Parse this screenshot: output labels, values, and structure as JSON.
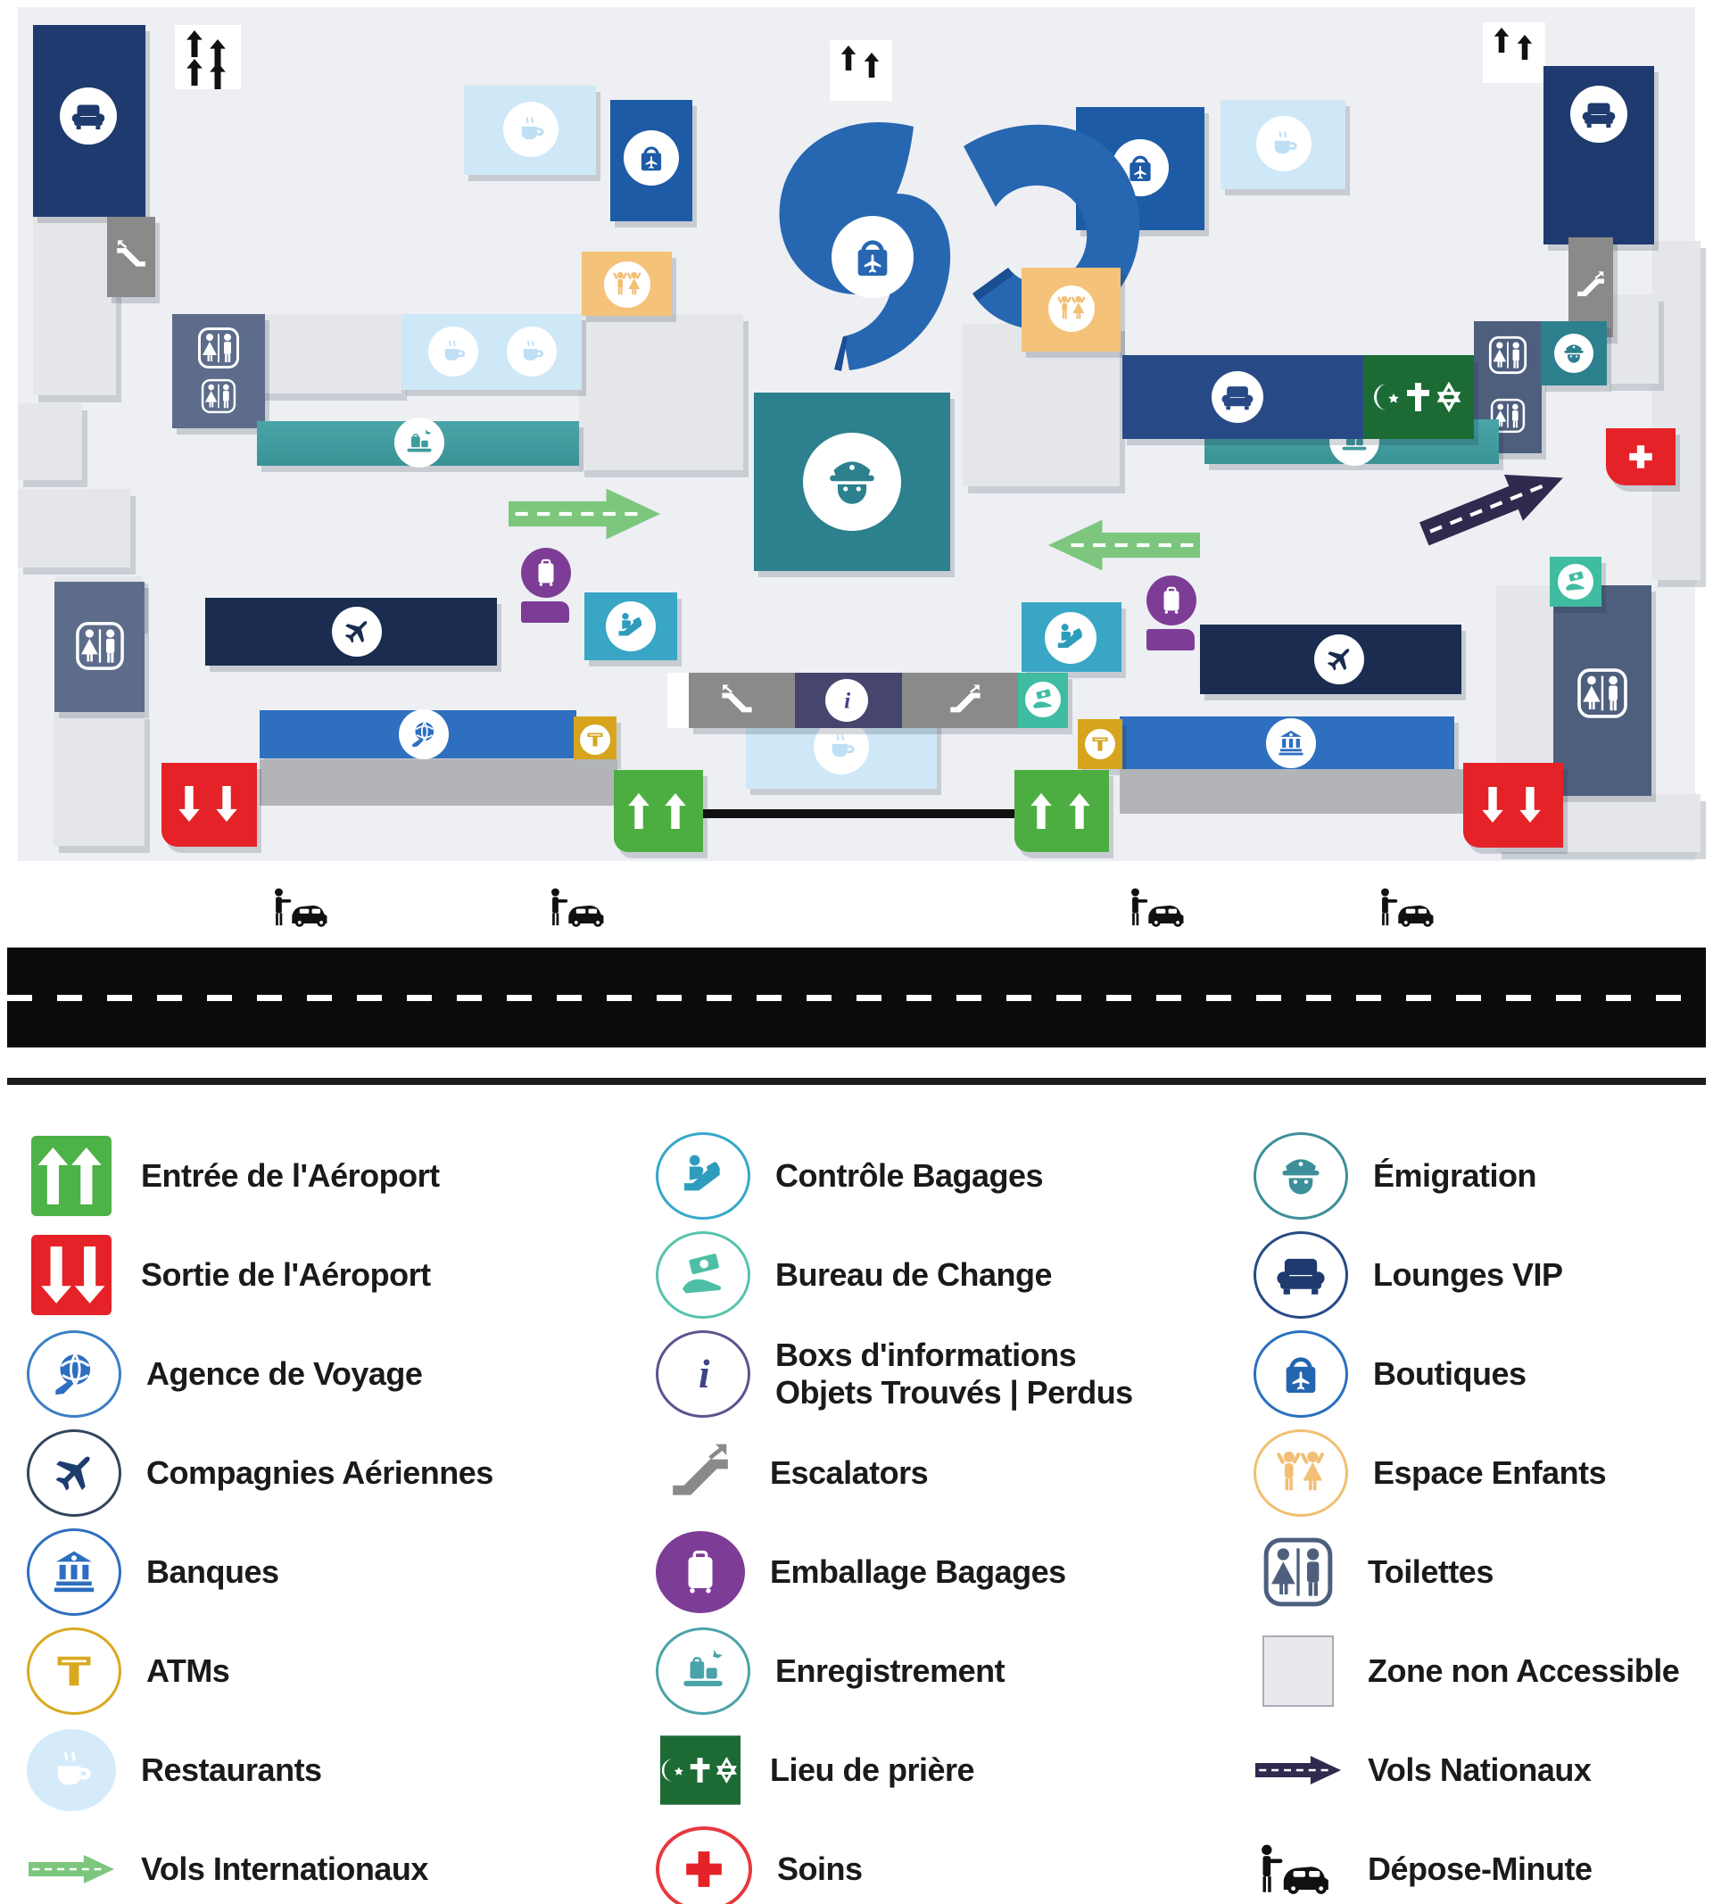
{
  "palette": {
    "map_background": "#edeff3",
    "navy_vip": "#1e3a6e",
    "navy_bar": "#274a86",
    "navy_airlines": "#1a2c50",
    "blue_boutique": "#1d5ba6",
    "blue_bank_bar": "#2e6fc0",
    "blue_logo": "#2767b1",
    "light_blue_restaurant": "#cfe8f7",
    "cyan_baggage_control": "#39a6c6",
    "teal_emigration": "#2d808e",
    "teal_checkin": "#3f9a9e",
    "mint_change": "#3fbca2",
    "green_entrance": "#4cae41",
    "green_intl_arrow": "#7cc67d",
    "dark_green_prayer": "#1c6b35",
    "red_exit": "#e52227",
    "orange_kids": "#f4c379",
    "purple_wrap": "#7d3d97",
    "slate_toilets": "#5c6c8a",
    "gray_escalator": "#8a8a8a",
    "gray_band": "#b2b4b8",
    "light_gray_zone": "#e4e6ea",
    "gold_atm": "#d6a51d",
    "info_slate": "#45456e",
    "navy_national_arrow": "#2f2b4f",
    "road_black": "#0b0b0b"
  },
  "icons": {
    "entrance": "double-up-arrows",
    "exit": "double-down-arrows",
    "travel-agency": "globe-with-plane",
    "airlines": "plane",
    "banks": "bank-columns",
    "atms": "card-in-slot",
    "restaurants": "coffee-cup",
    "intl-flights": "green-dashed-arrow",
    "baggage-control": "agent-with-scanner",
    "currency-exchange": "banknote-in-hand",
    "info-box": "italic-i",
    "escalators": "escalator-steps",
    "baggage-wrap": "suitcase",
    "check-in": "luggage-on-belt",
    "prayer-room": "crescent-cross-star",
    "first-aid": "red-cross",
    "emigration": "police-officer-face",
    "vip-lounge": "armchair",
    "boutiques": "shopping-bag-plane",
    "kids-area": "two-children",
    "toilets": "man-woman-sign",
    "non-accessible-zone": "gray-square",
    "national-flights": "navy-dashed-arrow",
    "drop-off": "person-with-car",
    "elevator": "black-up-arrows"
  },
  "legend": {
    "columns": [
      {
        "items": [
          {
            "label": "Entrée de l'Aéroport"
          },
          {
            "label": "Sortie de l'Aéroport"
          },
          {
            "label": "Agence de Voyage"
          },
          {
            "label": "Compagnies Aériennes"
          },
          {
            "label": "Banques"
          },
          {
            "label": "ATMs"
          },
          {
            "label": "Restaurants"
          },
          {
            "label": "Vols Internationaux"
          }
        ]
      },
      {
        "items": [
          {
            "label": "Contrôle Bagages"
          },
          {
            "label": "Bureau de Change"
          },
          {
            "label": "Boxs d'informations",
            "label2": "Objets Trouvés | Perdus"
          },
          {
            "label": "Escalators"
          },
          {
            "label": "Emballage Bagages"
          },
          {
            "label": "Enregistrement"
          },
          {
            "label": "Lieu de prière"
          },
          {
            "label": "Soins"
          }
        ]
      },
      {
        "items": [
          {
            "label": "Émigration"
          },
          {
            "label": "Lounges VIP"
          },
          {
            "label": "Boutiques"
          },
          {
            "label": "Espace Enfants"
          },
          {
            "label": "Toilettes"
          },
          {
            "label": "Zone non Accessible"
          },
          {
            "label": "Vols Nationaux"
          },
          {
            "label": "Dépose-Minute"
          }
        ]
      }
    ]
  }
}
